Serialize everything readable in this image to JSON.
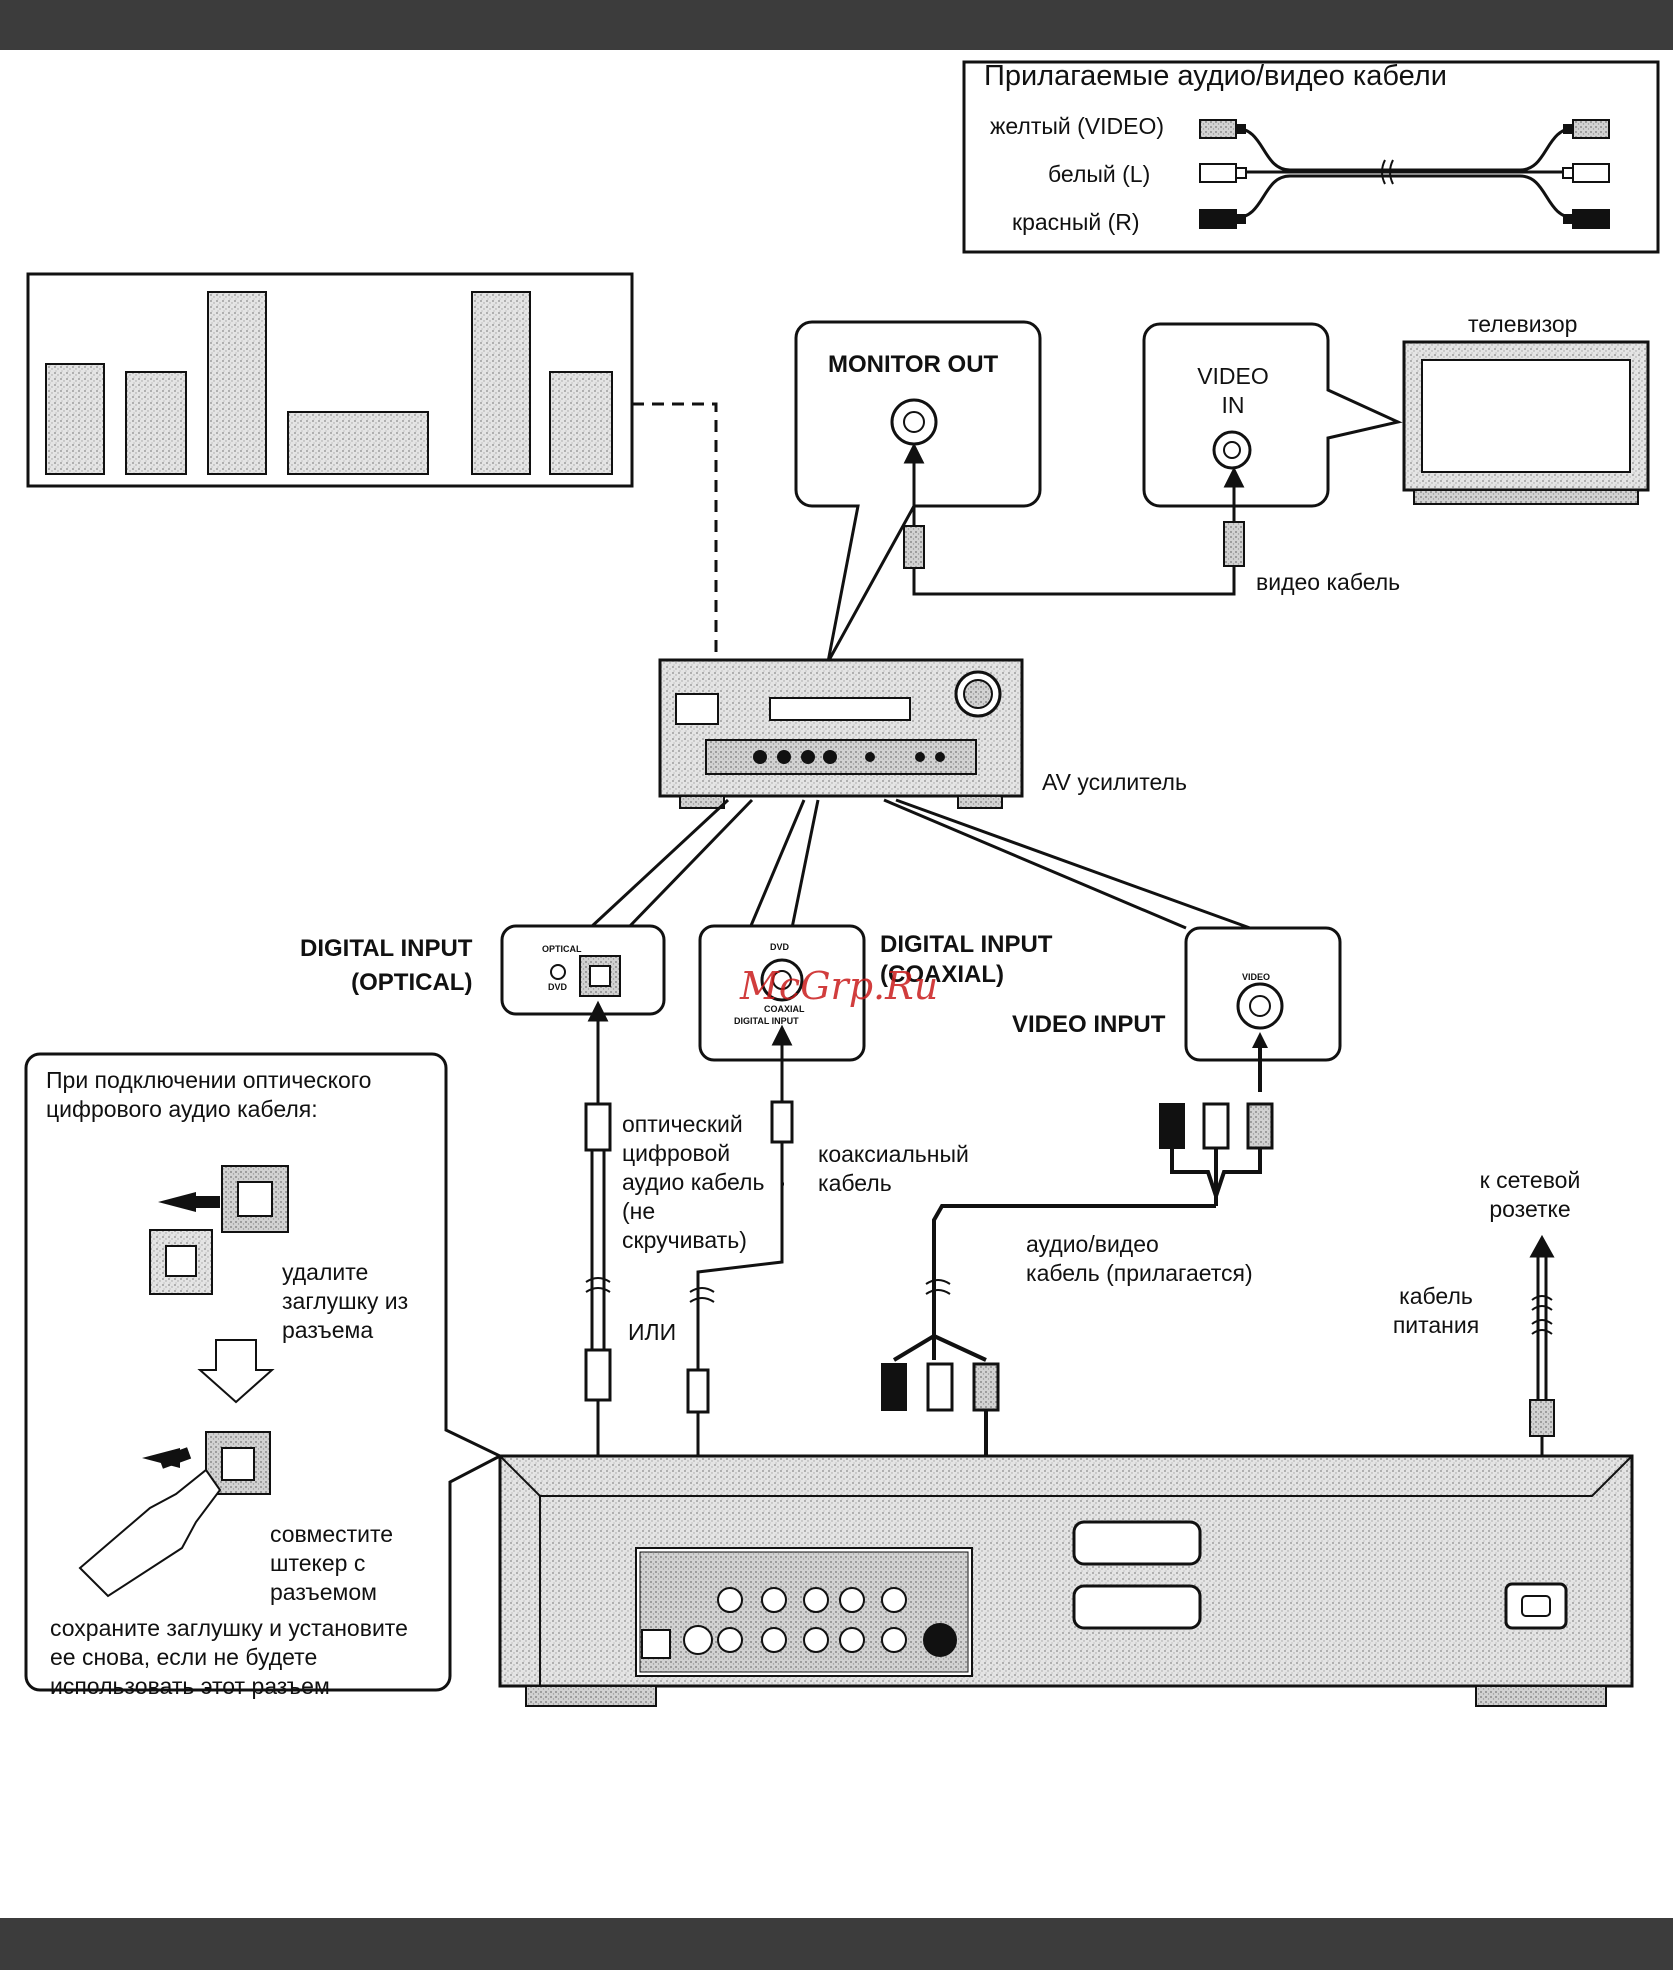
{
  "supplied_cables": {
    "title": "Прилагаемые аудио/видео кабели",
    "yellow": "желтый (VIDEO)",
    "white": "белый (L)",
    "red": "красный (R)"
  },
  "tv": {
    "label": "телевизор"
  },
  "monitor_out": {
    "label": "MONITOR OUT"
  },
  "video_in": {
    "label": "VIDEO\nIN"
  },
  "video_cable": {
    "label": "видео кабель"
  },
  "amplifier": {
    "label": "AV усилитель"
  },
  "digital_optical": {
    "label": "DIGITAL INPUT\n(OPTICAL)",
    "panel_top": "OPTICAL",
    "panel_bottom": "DVD"
  },
  "digital_coaxial": {
    "label": "DIGITAL INPUT\n(COAXIAL)",
    "panel_top": "DVD",
    "panel_mid": "COAXIAL",
    "panel_bottom": "DIGITAL INPUT"
  },
  "video_input": {
    "label": "VIDEO INPUT",
    "panel_top": "VIDEO"
  },
  "watermark": "McGrp.Ru",
  "optical_cable": {
    "label": "оптический\nцифровой\nаудио кабель\n(не\nскручивать)"
  },
  "coaxial_cable": {
    "label": "коаксиальный\nкабель"
  },
  "or_label": "ИЛИ",
  "av_cable": {
    "label": "аудио/видео\nкабель (прилагается)"
  },
  "power": {
    "outlet": "к сетевой\nрозетке",
    "cable": "кабель\nпитания"
  },
  "note": {
    "heading": "При подключении оптического\nцифрового аудио кабеля:",
    "step1": "удалите\nзаглушку из\nразъема",
    "step2": "совместите\nштекер с\nразъемом",
    "footer": "сохраните заглушку и установите\nее снова, если не будете\nиспользовать этот разъем"
  },
  "colors": {
    "top_bar": "#3c3c3c",
    "watermark": "#c91c1c",
    "line": "#111111",
    "stipple": "#d9d9d9"
  }
}
